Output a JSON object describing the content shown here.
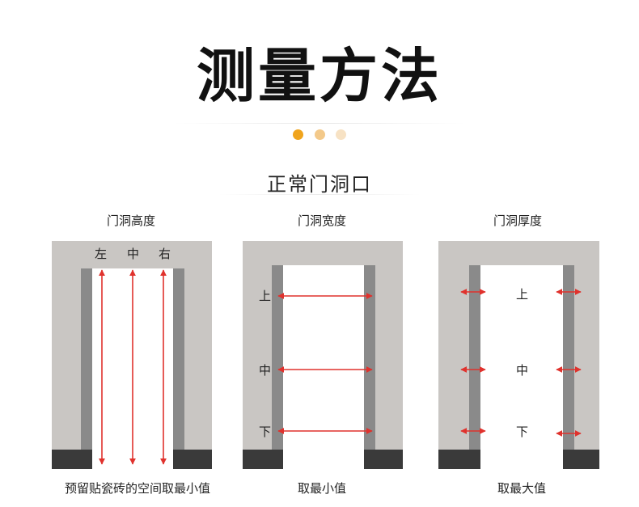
{
  "title": "测量方法",
  "dots": [
    {
      "color": "#f0a41c"
    },
    {
      "color": "#f3c98a"
    },
    {
      "color": "#f7e2c4"
    }
  ],
  "subtitle": "正常门洞口",
  "colors": {
    "wall": "#c9c6c3",
    "jamb_dark": "#8a8a8a",
    "floor": "#3a3a3a",
    "arrow": "#e0322d"
  },
  "panels": [
    {
      "label": "门洞高度",
      "markers": [
        "左",
        "中",
        "右"
      ],
      "caption": "预留贴瓷砖的空间取最小值"
    },
    {
      "label": "门洞宽度",
      "markers": [
        "上",
        "中",
        "下"
      ],
      "caption": "取最小值"
    },
    {
      "label": "门洞厚度",
      "markers": [
        "上",
        "中",
        "下"
      ],
      "caption": "取最大值"
    }
  ]
}
